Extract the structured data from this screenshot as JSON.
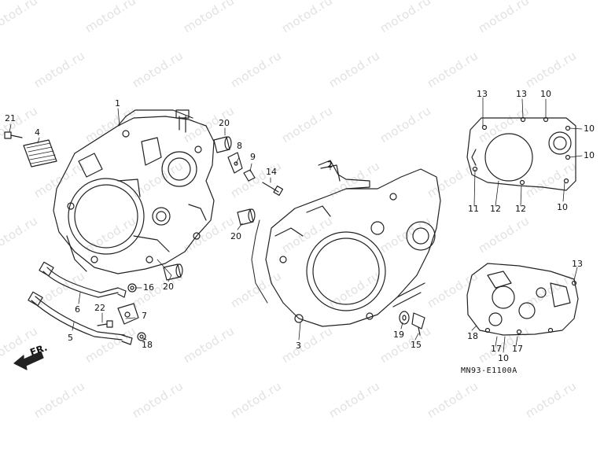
{
  "diagram": {
    "watermark_text": "motod.ru",
    "part_labels": [
      {
        "id": "p1",
        "text": "1"
      },
      {
        "id": "p21",
        "text": "21"
      },
      {
        "id": "p4",
        "text": "4"
      },
      {
        "id": "p20a",
        "text": "20"
      },
      {
        "id": "p8",
        "text": "8"
      },
      {
        "id": "p9",
        "text": "9"
      },
      {
        "id": "p14",
        "text": "14"
      },
      {
        "id": "p20b",
        "text": "20"
      },
      {
        "id": "p20c",
        "text": "20"
      },
      {
        "id": "p16",
        "text": "16"
      },
      {
        "id": "p6",
        "text": "6"
      },
      {
        "id": "p7",
        "text": "7"
      },
      {
        "id": "p22",
        "text": "22"
      },
      {
        "id": "p5",
        "text": "5"
      },
      {
        "id": "p18a",
        "text": "18"
      },
      {
        "id": "p2",
        "text": "2"
      },
      {
        "id": "p3",
        "text": "3"
      },
      {
        "id": "p19",
        "text": "19"
      },
      {
        "id": "p15",
        "text": "15"
      },
      {
        "id": "p13a",
        "text": "13"
      },
      {
        "id": "p13b",
        "text": "13"
      },
      {
        "id": "p10a",
        "text": "10"
      },
      {
        "id": "p10b",
        "text": "10"
      },
      {
        "id": "p10c",
        "text": "10"
      },
      {
        "id": "p11",
        "text": "11"
      },
      {
        "id": "p12a",
        "text": "12"
      },
      {
        "id": "p12b",
        "text": "12"
      },
      {
        "id": "p10d",
        "text": "10"
      },
      {
        "id": "p13c",
        "text": "13"
      },
      {
        "id": "p18b",
        "text": "18"
      },
      {
        "id": "p17a",
        "text": "17"
      },
      {
        "id": "p17b",
        "text": "17"
      },
      {
        "id": "p10e",
        "text": "10"
      }
    ],
    "front_indicator": "FR.",
    "diagram_code": "MN93-E1100A"
  }
}
